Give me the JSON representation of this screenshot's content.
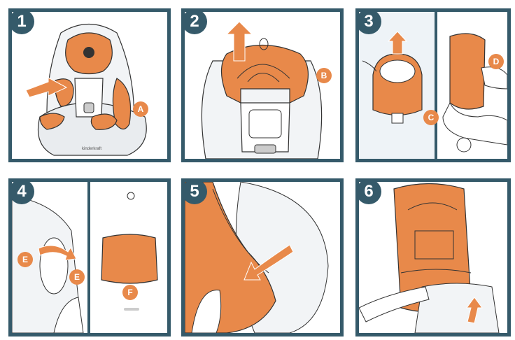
{
  "steps": [
    {
      "number": "1",
      "markers": [
        "A"
      ]
    },
    {
      "number": "2",
      "markers": [
        "B"
      ]
    },
    {
      "number": "3",
      "markers": [
        "C",
        "D"
      ]
    },
    {
      "number": "4",
      "markers": [
        "E",
        "E",
        "F"
      ]
    },
    {
      "number": "5",
      "markers": []
    },
    {
      "number": "6",
      "markers": []
    }
  ],
  "brand_text": "kinderkraft",
  "colors": {
    "frame": "#355a6a",
    "cover": "#e8894a",
    "line": "#333333"
  }
}
